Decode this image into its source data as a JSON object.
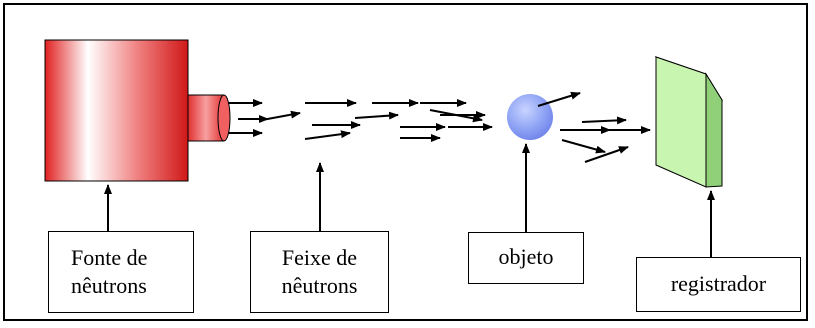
{
  "labels": {
    "fonte": [
      "Fonte de",
      "nêutrons"
    ],
    "feixe": [
      "Feixe de",
      "nêutrons"
    ],
    "objeto": "objeto",
    "registrador": "registrador"
  },
  "colors": {
    "source_red": "#e32b2b",
    "source_light": "#ffffff",
    "object_blue": "#8fa3f5",
    "detector_green": "#c8f5b0",
    "detector_dark": "#7fbf6a",
    "stroke": "#000000"
  }
}
